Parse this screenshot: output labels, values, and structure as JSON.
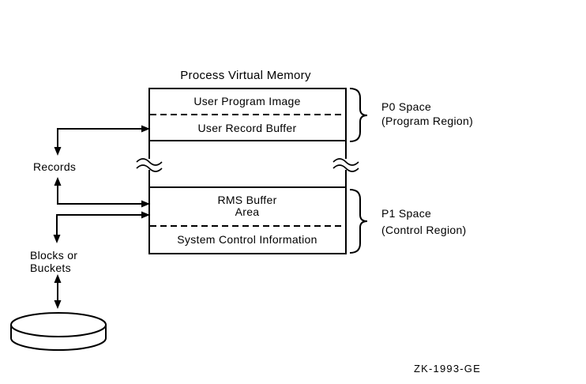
{
  "title": "Process Virtual Memory",
  "memory_boxes": {
    "user_program_image": "User Program Image",
    "user_record_buffer": "User Record Buffer",
    "rms_buffer_line1": "RMS Buffer",
    "rms_buffer_line2": "Area",
    "system_control_info": "System Control Information"
  },
  "region_labels": {
    "p0_name": "P0 Space",
    "p0_desc": "(Program Region)",
    "p1_name": "P1 Space",
    "p1_desc": "(Control Region)"
  },
  "flow_labels": {
    "records": "Records",
    "blocks_line1": "Blocks or",
    "blocks_line2": "Buckets"
  },
  "figure_id": "ZK-1993-GE",
  "icons": {
    "disk": "disk-cylinder-icon"
  },
  "colors": {
    "line": "#000000",
    "text": "#000000",
    "background": "#ffffff"
  }
}
